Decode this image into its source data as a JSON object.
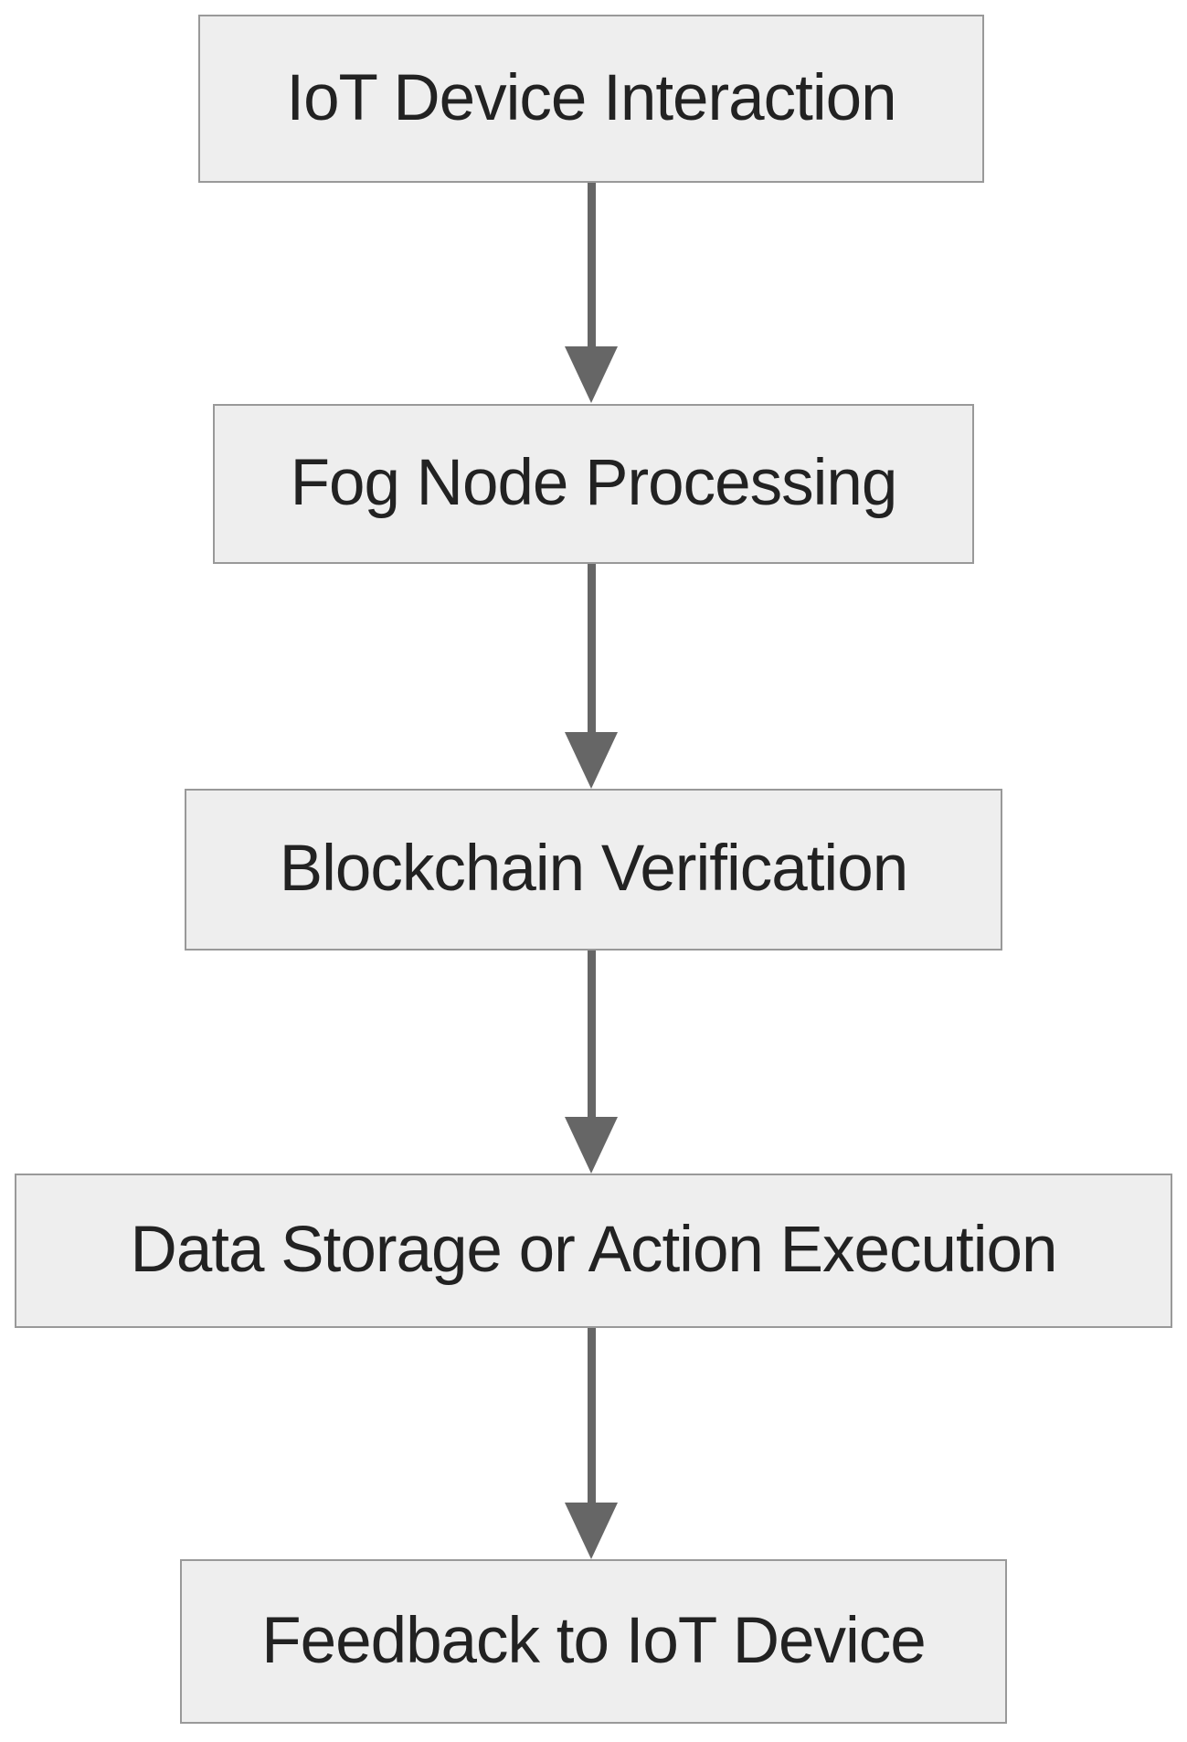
{
  "diagram": {
    "type": "flowchart",
    "direction": "top-down",
    "colors": {
      "background": "#ffffff",
      "node_fill": "#eeeeee",
      "node_border": "#999999",
      "node_text": "#222222",
      "edge_color": "#666666"
    },
    "nodes": [
      {
        "id": "iot-device-interaction",
        "label": "IoT Device Interaction"
      },
      {
        "id": "fog-node-processing",
        "label": "Fog Node Processing"
      },
      {
        "id": "blockchain-verification",
        "label": "Blockchain Verification"
      },
      {
        "id": "data-storage-or-action-execution",
        "label": "Data Storage or Action Execution"
      },
      {
        "id": "feedback-to-iot-device",
        "label": "Feedback to IoT Device"
      }
    ],
    "edges": [
      {
        "from": "iot-device-interaction",
        "to": "fog-node-processing",
        "style": "solid-arrow"
      },
      {
        "from": "fog-node-processing",
        "to": "blockchain-verification",
        "style": "solid-arrow"
      },
      {
        "from": "blockchain-verification",
        "to": "data-storage-or-action-execution",
        "style": "solid-arrow"
      },
      {
        "from": "data-storage-or-action-execution",
        "to": "feedback-to-iot-device",
        "style": "solid-arrow"
      }
    ]
  }
}
